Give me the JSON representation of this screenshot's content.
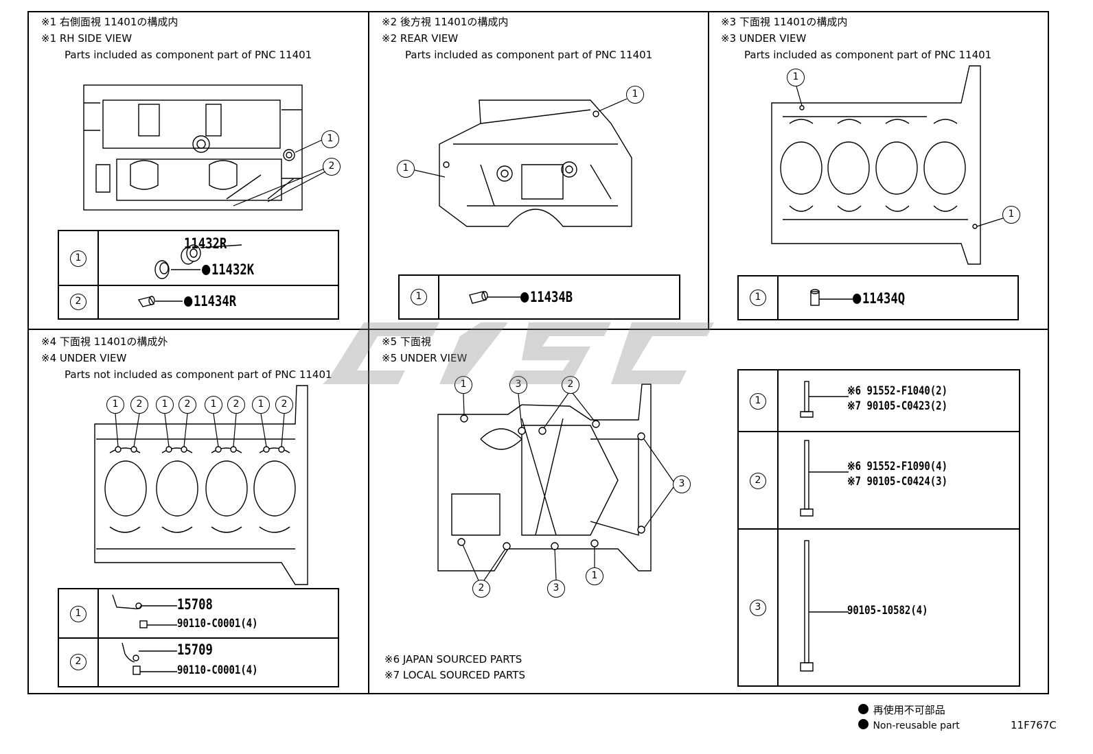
{
  "panel1": {
    "line1": "※1 右側面視 11401の構成内",
    "line2": "※1 RH SIDE VIEW",
    "line3": "Parts included as component part of PNC 11401",
    "callouts": [
      "1",
      "2"
    ],
    "rows": [
      {
        "num": "1",
        "parts": [
          "11432R",
          "11432K"
        ]
      },
      {
        "num": "2",
        "parts": [
          "11434R"
        ]
      }
    ]
  },
  "panel2": {
    "line1": "※2 後方視 11401の構成内",
    "line2": "※2 REAR VIEW",
    "line3": "Parts included as component part of PNC 11401",
    "callouts": [
      "1",
      "1"
    ],
    "rows": [
      {
        "num": "1",
        "parts": [
          "11434B"
        ]
      }
    ]
  },
  "panel3": {
    "line1": "※3 下面視 11401の構成内",
    "line2": "※3 UNDER VIEW",
    "line3": "Parts included as component part of PNC 11401",
    "callouts": [
      "1",
      "1"
    ],
    "rows": [
      {
        "num": "1",
        "parts": [
          "11434Q"
        ]
      }
    ]
  },
  "panel4": {
    "line1": "※4 下面視 11401の構成外",
    "line2": "※4 UNDER VIEW",
    "line3": "Parts not included as component part of PNC 11401",
    "callouts": [
      "1",
      "2",
      "1",
      "2",
      "1",
      "2",
      "1",
      "2"
    ],
    "rows": [
      {
        "num": "1",
        "parts": [
          "15708",
          "90110-C0001(4)"
        ]
      },
      {
        "num": "2",
        "parts": [
          "15709",
          "90110-C0001(4)"
        ]
      }
    ]
  },
  "panel5": {
    "line1": "※5 下面視",
    "line2": "※5 UNDER VIEW",
    "callouts": [
      "1",
      "3",
      "2",
      "3",
      "2",
      "3",
      "1"
    ],
    "notes": [
      "※6 JAPAN SOURCED PARTS",
      "※7 LOCAL SOURCED PARTS"
    ]
  },
  "bolt_table": {
    "rows": [
      {
        "num": "1",
        "lines": [
          "※6 91552-F1040(2)",
          "※7 90105-C0423(2)"
        ]
      },
      {
        "num": "2",
        "lines": [
          "※6 91552-F1090(4)",
          "※7 90105-C0424(3)"
        ]
      },
      {
        "num": "3",
        "lines": [
          "90105-10582(4)"
        ]
      }
    ]
  },
  "legend": {
    "jp": "再使用不可部品",
    "en": "Non-reusable part"
  },
  "figure_code": "11F767C"
}
